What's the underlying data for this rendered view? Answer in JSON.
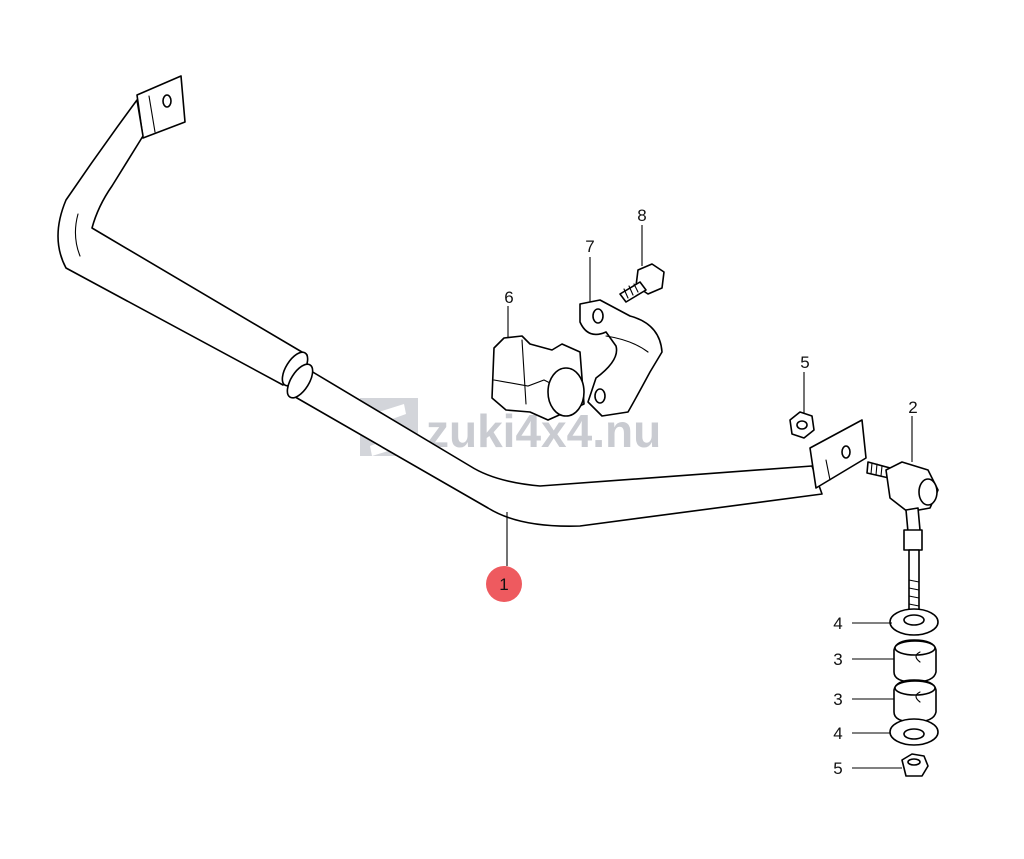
{
  "watermark": {
    "text": "zuki4x4.nu"
  },
  "highlight_color": "#ee5a5f",
  "callouts": {
    "c1": "1",
    "c2": "2",
    "c3a": "3",
    "c3b": "3",
    "c4a": "4",
    "c4b": "4",
    "c5a": "5",
    "c5b": "5",
    "c6": "6",
    "c7": "7",
    "c8": "8"
  }
}
